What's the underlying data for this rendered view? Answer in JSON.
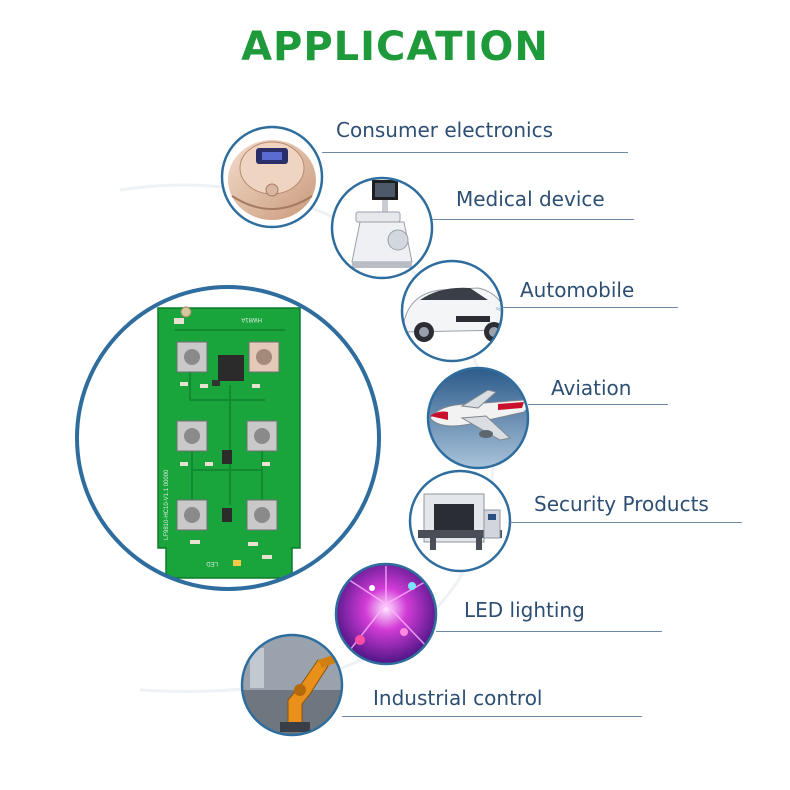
{
  "title": "APPLICATION",
  "board": {
    "silkscreen_top": "HW81A",
    "silkscreen_side": "LF9810-HC10-V1.1 00000",
    "silkscreen_led": "LED"
  },
  "applications": [
    {
      "label": "Consumer electronics",
      "icon": "robot-vacuum-icon"
    },
    {
      "label": "Medical device",
      "icon": "ultrasound-machine-icon"
    },
    {
      "label": "Automobile",
      "icon": "car-icon"
    },
    {
      "label": "Aviation",
      "icon": "airplane-icon"
    },
    {
      "label": "Security Products",
      "icon": "xray-scanner-icon"
    },
    {
      "label": "LED lighting",
      "icon": "led-lights-icon"
    },
    {
      "label": "Industrial control",
      "icon": "robot-arm-icon"
    }
  ],
  "colors": {
    "title": "#1f9a3a",
    "circle_border": "#2e6d9e",
    "label_text": "#2d4f73",
    "pcb_green": "#19a53c"
  }
}
